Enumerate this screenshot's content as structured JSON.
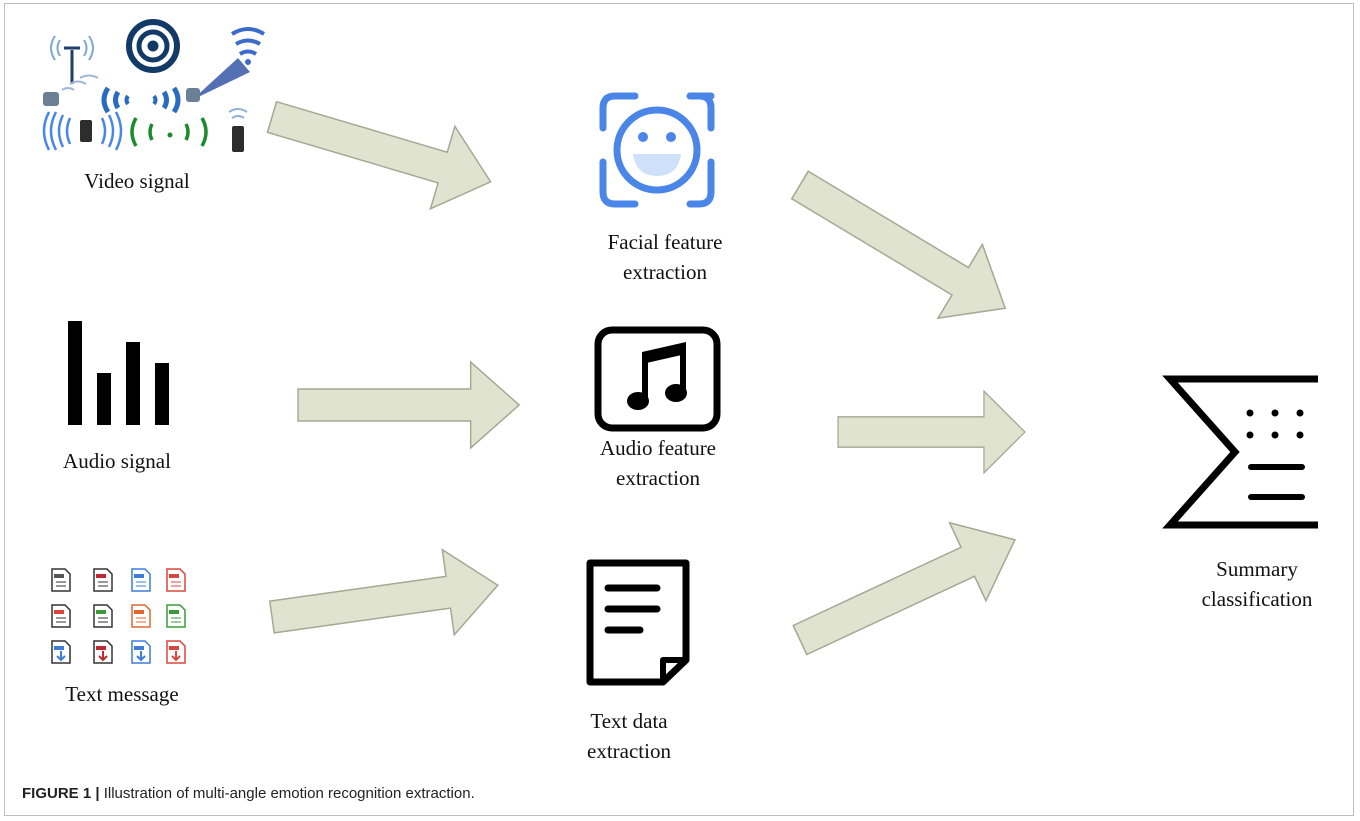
{
  "figure": {
    "caption_label": "FIGURE 1 |",
    "caption_text": " Illustration of multi-angle emotion recognition extraction."
  },
  "sources": {
    "video_label": "Video signal",
    "audio_label": "Audio signal",
    "text_label": "Text message"
  },
  "features": {
    "facial_line1": "Facial feature",
    "facial_line2": "extraction",
    "audio_line1": "Audio feature",
    "audio_line2": "extraction",
    "text_line1": "Text data",
    "text_line2": "extraction"
  },
  "output": {
    "line1": "Summary",
    "line2": "classification"
  },
  "colors": {
    "arrow_fill": "#dfe3cf",
    "arrow_stroke": "#a5a894",
    "face_blue": "#4a86e8",
    "face_light": "#cfe0fb",
    "icon_black": "#000000"
  },
  "icons": [
    "signal-cluster-icon",
    "face-scan-icon",
    "bar-chart-icon",
    "music-note-icon",
    "file-types-icon",
    "document-icon",
    "sigma-summary-icon"
  ]
}
